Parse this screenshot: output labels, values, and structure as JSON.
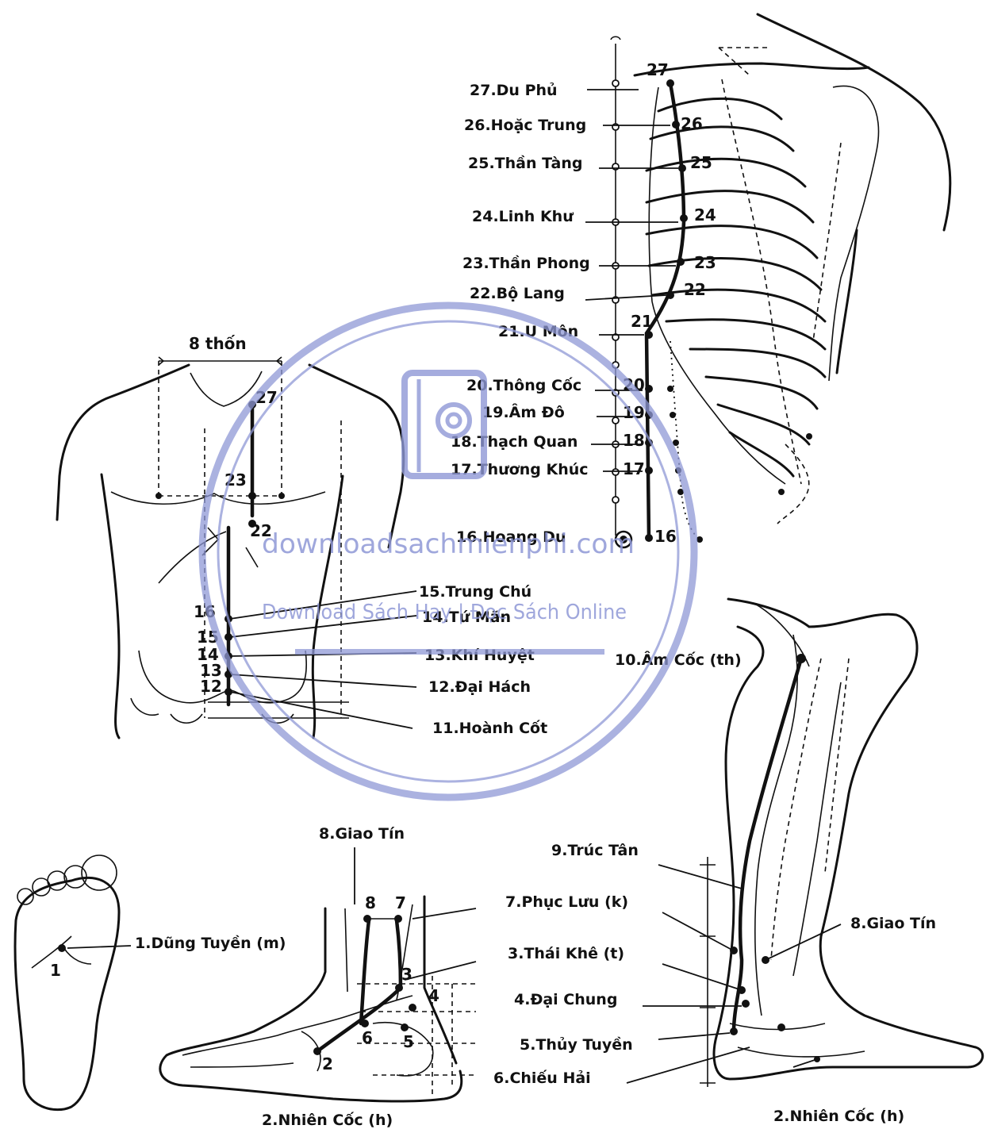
{
  "colors": {
    "ink": "#111111",
    "watermark": "#8f98d6"
  },
  "torso_back": {
    "width_label": "8 thốn",
    "point_numbers": [
      "27",
      "23",
      "22",
      "16",
      "15",
      "14",
      "13",
      "12"
    ]
  },
  "chest_labels": [
    "27.Du Phủ",
    "26.Hoặc Trung",
    "25.Thần Tàng",
    "24.Linh Khư",
    "23.Thần Phong",
    "22.Bộ Lang",
    "21.U Môn",
    "20.Thông Cốc",
    "19.Âm Đô",
    "18.Thạch Quan",
    "17.Thương Khúc",
    "16.Hoang Du"
  ],
  "chest_numbers": [
    "27",
    "26",
    "25",
    "24",
    "23",
    "22",
    "21",
    "20",
    "19",
    "18",
    "17",
    "16"
  ],
  "abdomen_labels": [
    "15.Trung Chú",
    "14.Tứ Mãn",
    "13.Khí Huyệt",
    "12.Đại Hách",
    "11.Hoành Cốt"
  ],
  "knee_label": "10.Âm Cốc (th)",
  "foot_sole": {
    "label": "1.Dũng Tuyền (m)",
    "number": "1"
  },
  "ankle": {
    "top_label": "8.Giao Tín",
    "bottom_label": "2.Nhiên Cốc (h)",
    "numbers": [
      "8",
      "7",
      "3",
      "4",
      "6",
      "5",
      "2"
    ]
  },
  "leg_labels": [
    "9.Trúc Tân",
    "7.Phục Lưu (k)",
    "3.Thái Khê (t)",
    "4.Đại Chung",
    "5.Thủy Tuyền",
    "6.Chiếu Hải"
  ],
  "leg_right_labels": {
    "top": "8.Giao Tín",
    "bottom": "2.Nhiên Cốc (h)"
  },
  "watermark": {
    "line1": "downloadsachmienphi.com",
    "line2": "Download Sách Hay | Đọc Sách Online",
    "icon": "book-at-icon"
  }
}
